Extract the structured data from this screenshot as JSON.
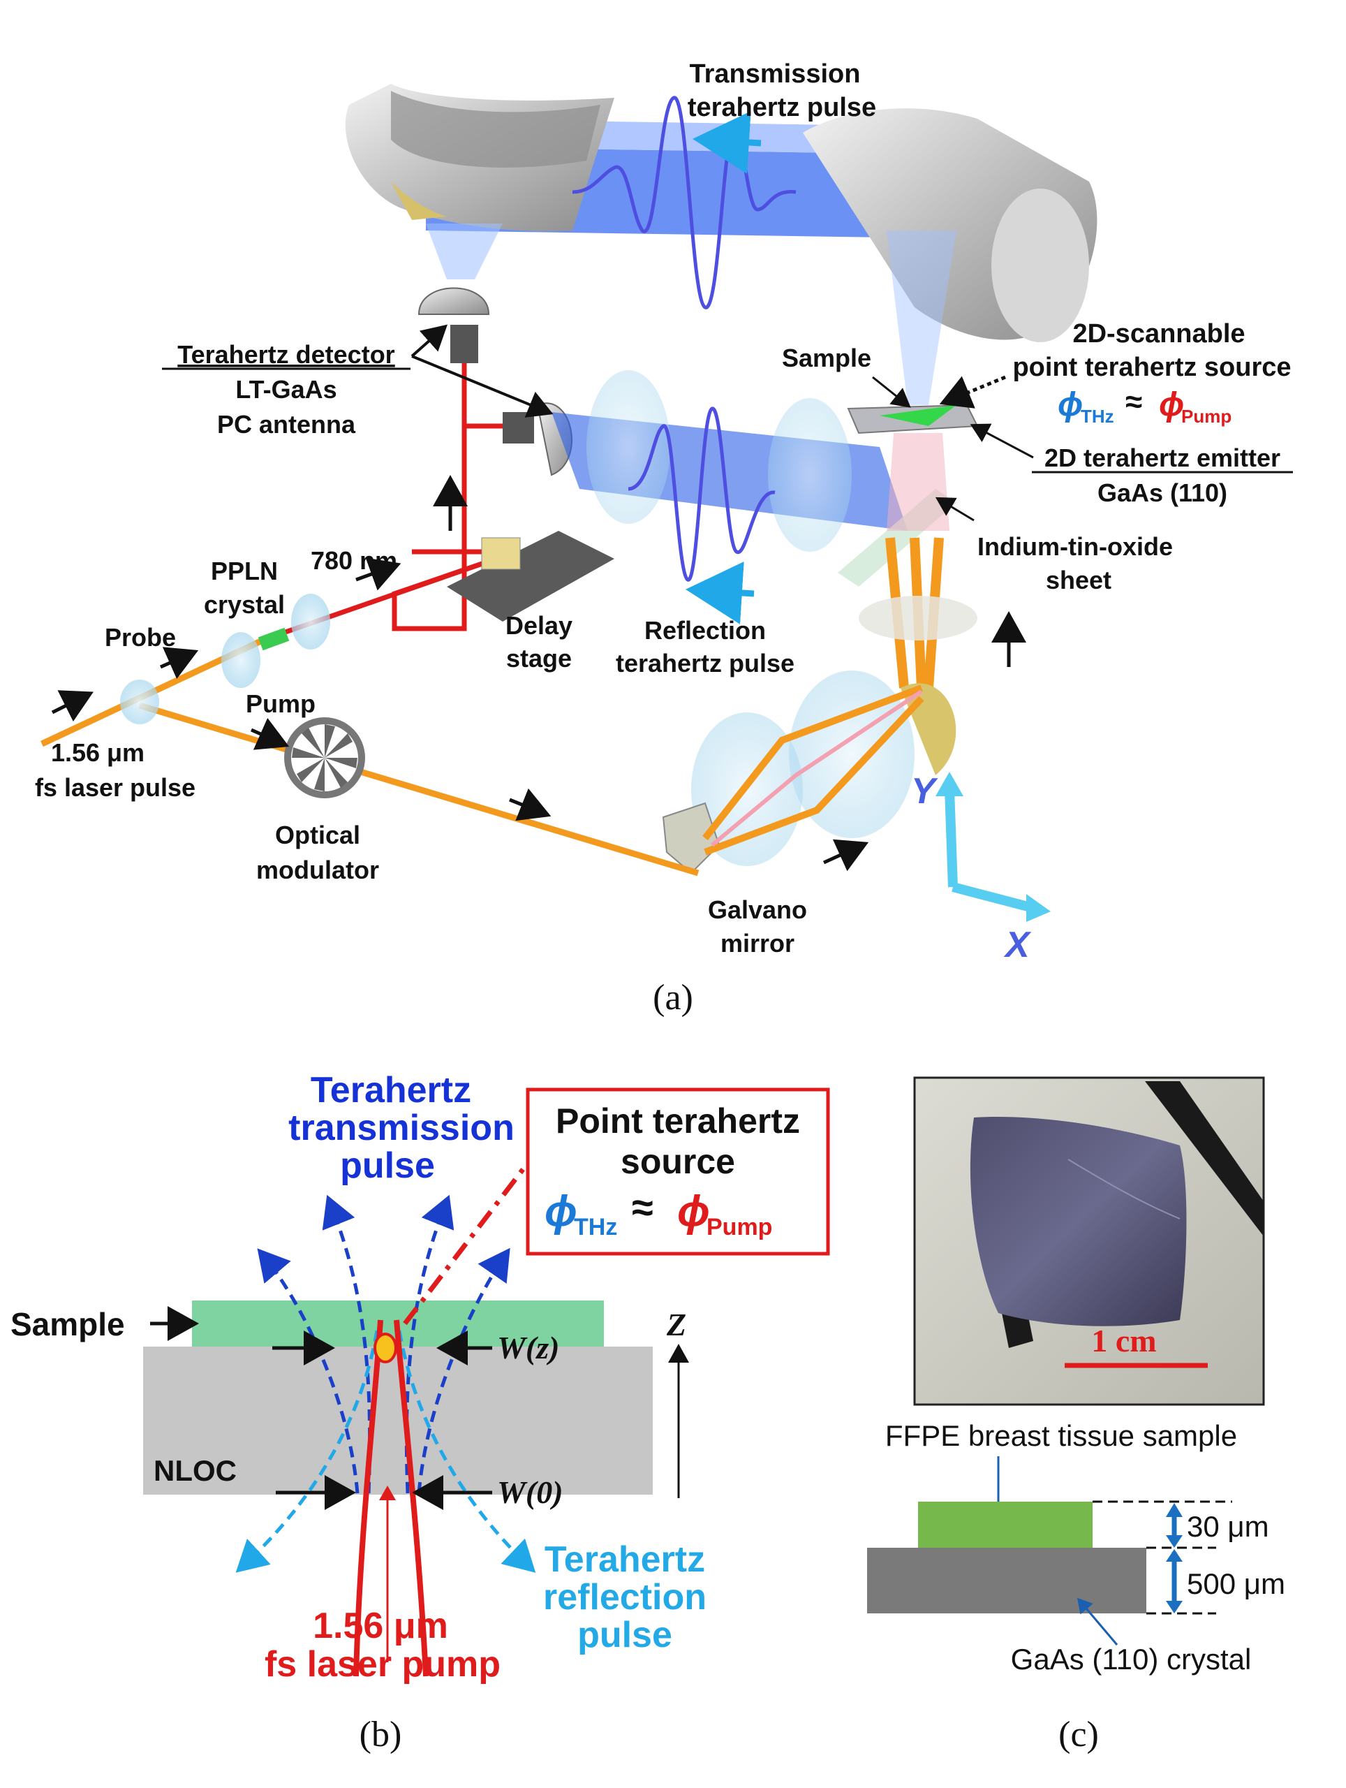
{
  "panel_a": {
    "caption": "(a)",
    "transmission_pulse": [
      "Transmission",
      "terahertz pulse"
    ],
    "scannable_source": [
      "2D-scannable",
      "point terahertz source"
    ],
    "phi_thz": "ϕ",
    "phi_thz_sub": "THz",
    "approx": "≈",
    "phi_pump": "ϕ",
    "phi_pump_sub": "Pump",
    "sample": "Sample",
    "detector": [
      "Terahertz detector",
      "LT-GaAs",
      "PC antenna"
    ],
    "emitter": [
      "2D terahertz emitter",
      "GaAs (110)"
    ],
    "ito": [
      "Indium-tin-oxide",
      "sheet"
    ],
    "ppln": [
      "PPLN",
      "crystal"
    ],
    "wavelength_780": "780 nm",
    "probe": "Probe",
    "delay_stage": [
      "Delay",
      "stage"
    ],
    "reflection_pulse": [
      "Reflection",
      "terahertz pulse"
    ],
    "laser": [
      "1.56 μm",
      "fs laser pulse"
    ],
    "pump": "Pump",
    "modulator": [
      "Optical",
      "modulator"
    ],
    "galvano": [
      "Galvano",
      "mirror"
    ],
    "axis_y": "Y",
    "axis_x": "X"
  },
  "panel_b": {
    "caption": "(b)",
    "trans_pulse": [
      "Terahertz",
      "transmission",
      "pulse"
    ],
    "point_source": [
      "Point terahertz",
      "source"
    ],
    "phi_thz": "ϕ",
    "phi_thz_sub": "THz",
    "approx": "≈",
    "phi_pump": "ϕ",
    "phi_pump_sub": "Pump",
    "sample": "Sample",
    "w_z": "W(z)",
    "z_axis": "Z",
    "nloc": "NLOC",
    "w_0": "W(0)",
    "refl_pulse": [
      "Terahertz",
      "reflection",
      "pulse"
    ],
    "pump_label": [
      "1.56 μm",
      "fs laser pump"
    ]
  },
  "panel_c": {
    "caption": "(c)",
    "scale": "1 cm",
    "ffpe": "FFPE breast tissue sample",
    "thick_30": "30 μm",
    "thick_500": "500 μm",
    "crystal": "GaAs (110) crystal"
  },
  "colors": {
    "blue_beam": "#2f6bf0",
    "orange_beam": "#f39a1e",
    "red_beam": "#e01b1b",
    "cyan_arrow": "#20a8e8",
    "sample_green": "#7fd3a1",
    "crystal_gray": "#c6c6c6"
  }
}
